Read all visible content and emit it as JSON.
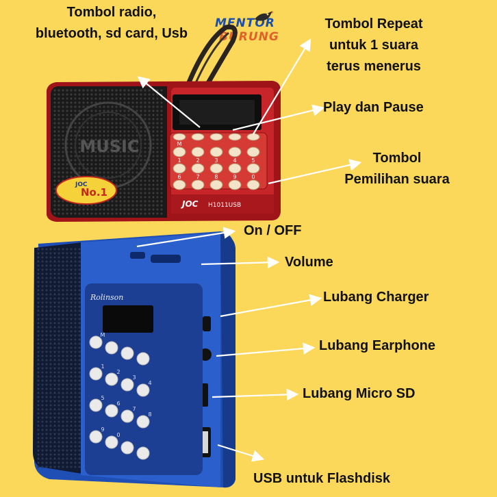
{
  "logo": {
    "line1": "MENTOR",
    "line2": "BURUNG"
  },
  "device_top": {
    "badge_top": "JOC",
    "badge_main": "No.1",
    "brand": "JOC",
    "model": "H1011USB",
    "grille_text": "MUSIC",
    "keys": [
      "M",
      "",
      "",
      "",
      "",
      "1",
      "2",
      "3",
      "4",
      "5",
      "6",
      "7",
      "8",
      "9",
      "0"
    ]
  },
  "device_bottom": {
    "brand": "Rolinson",
    "keys": [
      "M",
      "",
      "",
      "",
      "1",
      "2",
      "3",
      "4",
      "5",
      "6",
      "7",
      "8",
      "9",
      "0",
      "",
      ""
    ]
  },
  "labels": {
    "radio_button": [
      "Tombol radio,",
      "bluetooth, sd card, Usb"
    ],
    "repeat_button": [
      "Tombol Repeat",
      "untuk 1 suara",
      "terus menerus"
    ],
    "play_pause": "Play dan Pause",
    "sound_select": [
      "Tombol",
      "Pemilihan suara"
    ],
    "on_off": "On / OFF",
    "volume": "Volume",
    "charger_port": "Lubang Charger",
    "earphone_port": "Lubang Earphone",
    "microsd_port": "Lubang Micro SD",
    "usb_port": "USB untuk Flashdisk"
  },
  "colors": {
    "background": "#FBD75A",
    "top_body": "#B81E22",
    "bottom_body": "#1F4FB5",
    "arrow": "#FFFFFF"
  }
}
